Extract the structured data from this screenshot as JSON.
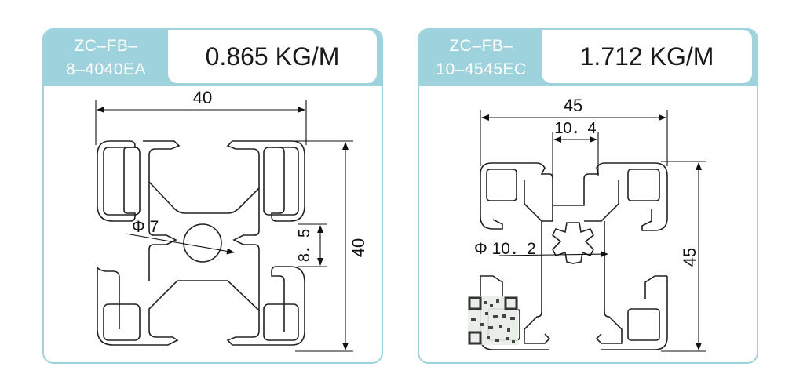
{
  "profiles": [
    {
      "code_line1": "ZC–FB–",
      "code_line2": "8–4040EA",
      "weight": "0.865 KG/M",
      "dim_width": "40",
      "dim_height": "40",
      "dim_slot": "8．5",
      "dim_hole": "Φ 7"
    },
    {
      "code_line1": "ZC–FB–",
      "code_line2": "10–4545EC",
      "weight": "1.712 KG/M",
      "dim_width": "45",
      "dim_slot": "10．4",
      "dim_height": "45",
      "dim_hole": "Φ 10．2"
    }
  ],
  "colors": {
    "accent": "#9ed3dd",
    "line": "#222222"
  }
}
